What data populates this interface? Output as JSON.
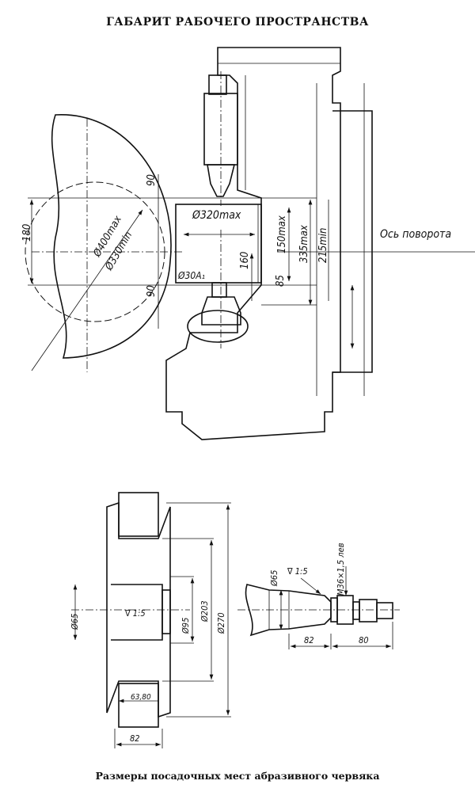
{
  "title": "ГАБАРИТ РАБОЧЕГО ПРОСТРАНСТВА",
  "caption": "Размеры посадочных мест абразивного червяка",
  "workspace": {
    "axis_label": "Ось поворота",
    "dim_d320": "Ø320max",
    "dim_150": "150max",
    "dim_335": "335max",
    "dim_215": "215min",
    "dim_160": "160",
    "dim_85": "85",
    "dim_d30": "Ø30A₁",
    "dim_180": "180",
    "dim_90_top": "90",
    "dim_90_bottom": "90",
    "dim_d400": "Ø400max",
    "dim_d330": "Ø330min"
  },
  "wheel": {
    "dim_d65": "Ø65",
    "dim_taper": "∇ 1:5",
    "dim_d95": "Ø95",
    "dim_d203": "Ø203",
    "dim_d270": "Ø270",
    "dim_6380": "63,80",
    "dim_82": "82"
  },
  "shaft": {
    "dim_d65": "Ø65",
    "dim_taper": "∇ 1:5",
    "dim_thread": "M36×1,5 лев",
    "dim_82": "82",
    "dim_80": "80"
  }
}
